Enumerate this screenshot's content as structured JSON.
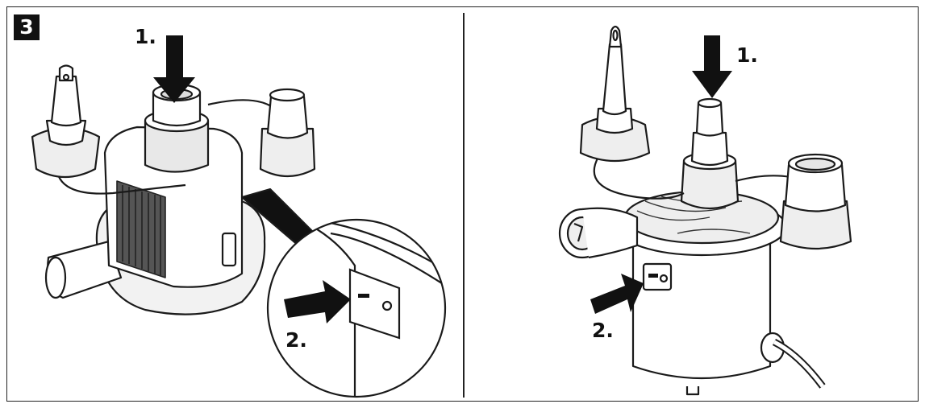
{
  "figure_number": "3",
  "left_panel": {
    "step1_label": "1.",
    "step2_label": "2."
  },
  "right_panel": {
    "step1_label": "1.",
    "step2_label": "2."
  },
  "icons": {
    "press_arrow": "down-arrow-icon",
    "switch_arrow": "right-arrow-icon"
  }
}
